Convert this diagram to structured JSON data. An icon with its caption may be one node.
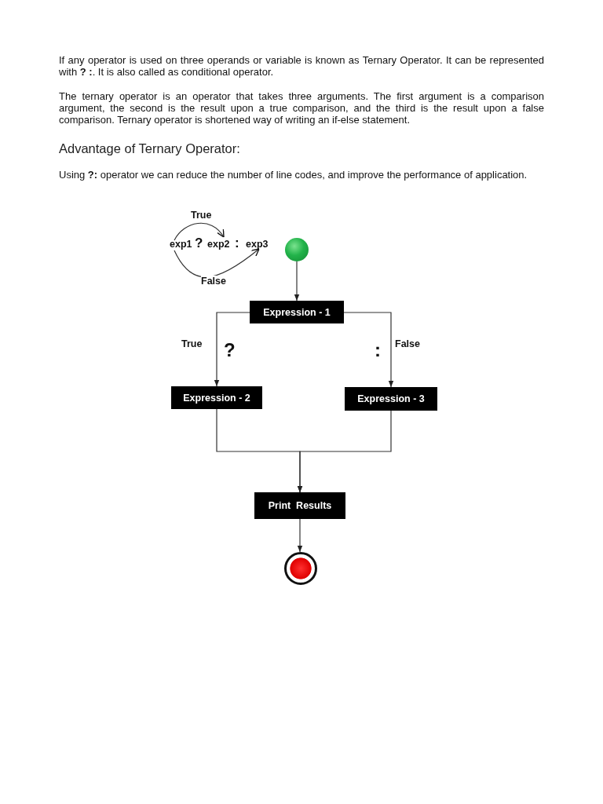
{
  "diagram": {
    "nodes": [
      {
        "text": [
          "exp1"
        ]
      },
      {
        "text": [
          "exp2"
        ]
      },
      {
        "text": [
          "exp3"
        ]
      },
      {
        "text": [],
        "shape": "circle"
      },
      {
        "text": [
          "Expression - 1"
        ]
      },
      {
        "text": [
          "Expression - 2"
        ]
      },
      {
        "text": [
          "Expression - 3"
        ]
      },
      {
        "text": [
          "Print  Results"
        ]
      },
      {
        "text": [],
        "shape": "circle"
      }
    ],
    "edges": [
      {
        "from": 0,
        "to": 1,
        "arrow": "to",
        "label": "True"
      },
      {
        "from": 0,
        "to": 2,
        "arrow": "to",
        "label": "False"
      },
      {
        "from": 3,
        "to": 4,
        "arrow": "to"
      },
      {
        "from": 4,
        "to": 5,
        "arrow": "to",
        "label": "True"
      },
      {
        "from": 4,
        "to": 6,
        "arrow": "to",
        "label": "False"
      },
      {
        "from": 5,
        "to": 7,
        "arrow": "to"
      },
      {
        "from": 6,
        "to": 7,
        "arrow": "to"
      },
      {
        "from": 7,
        "to": 8,
        "arrow": "to"
      }
    ],
    "labels": [
      "If any operator is used on three operands or variable is known as Ternary Operator. It can be represented with **? :**. It is also called as conditional operator.",
      "The ternary operator is an operator that takes three arguments. The first argument is a comparison argument, the second is the result upon a true comparison, and the third is the result upon a false comparison. Ternary operator is shortened way of writing an if-else statement.",
      "Advantage of Ternary Operator:",
      "Using **?:** operator we can reduce the number of line codes, and improve the performance of application.",
      "?",
      ":",
      "?",
      ":"
    ]
  }
}
